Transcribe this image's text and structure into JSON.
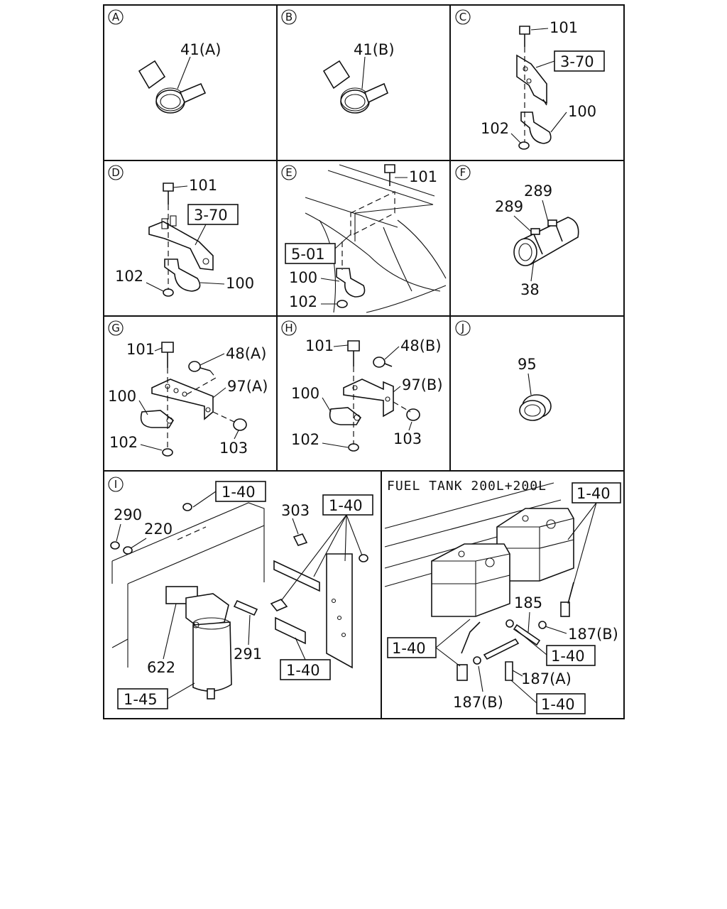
{
  "panels": {
    "A": {
      "letter": "A",
      "labels": {
        "p41a": "41(A)"
      }
    },
    "B": {
      "letter": "B",
      "labels": {
        "p41b": "41(B)"
      }
    },
    "C": {
      "letter": "C",
      "labels": {
        "p101": "101",
        "ref370": "3-70",
        "p100": "100",
        "p102": "102"
      }
    },
    "D": {
      "letter": "D",
      "labels": {
        "p101": "101",
        "ref370": "3-70",
        "p102": "102",
        "p100": "100"
      }
    },
    "E": {
      "letter": "E",
      "labels": {
        "p101": "101",
        "ref501": "5-01",
        "p100": "100",
        "p102": "102"
      }
    },
    "F": {
      "letter": "F",
      "labels": {
        "p289a": "289",
        "p289b": "289",
        "p38": "38"
      }
    },
    "G": {
      "letter": "G",
      "labels": {
        "p101": "101",
        "p48a": "48(A)",
        "p97a": "97(A)",
        "p100": "100",
        "p102": "102",
        "p103": "103"
      }
    },
    "H": {
      "letter": "H",
      "labels": {
        "p101": "101",
        "p48b": "48(B)",
        "p97b": "97(B)",
        "p100": "100",
        "p102": "102",
        "p103": "103"
      }
    },
    "J": {
      "letter": "J",
      "labels": {
        "p95": "95"
      }
    },
    "I": {
      "letter": "I",
      "labels": {
        "ref140a": "1-40",
        "p290": "290",
        "p220": "220",
        "p303": "303",
        "ref140b": "1-40",
        "p622": "622",
        "p291": "291",
        "ref140c": "1-40",
        "ref145": "1-45"
      }
    },
    "tank": {
      "title": "FUEL TANK 200L+200L",
      "labels": {
        "ref140a": "1-40",
        "p185": "185",
        "p187b1": "187(B)",
        "ref140b": "1-40",
        "ref140c": "1-40",
        "p187a": "187(A)",
        "p187b2": "187(B)",
        "ref140d": "1-40"
      }
    }
  }
}
